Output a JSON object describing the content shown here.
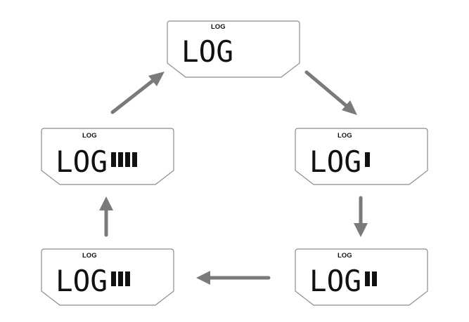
{
  "screens": [
    {
      "id": "top",
      "tag": "LOG",
      "label": "LOG",
      "bars": 0
    },
    {
      "id": "right-upper",
      "tag": "LOG",
      "label": "LOG",
      "bars": 1
    },
    {
      "id": "right-lower",
      "tag": "LOG",
      "label": "LOG",
      "bars": 2
    },
    {
      "id": "left-lower",
      "tag": "LOG",
      "label": "LOG",
      "bars": 3
    },
    {
      "id": "left-upper",
      "tag": "LOG",
      "label": "LOG",
      "bars": 4
    }
  ],
  "colors": {
    "outline": "#8c8c8c",
    "arrow": "#7a7a7a",
    "text": "#111111"
  }
}
